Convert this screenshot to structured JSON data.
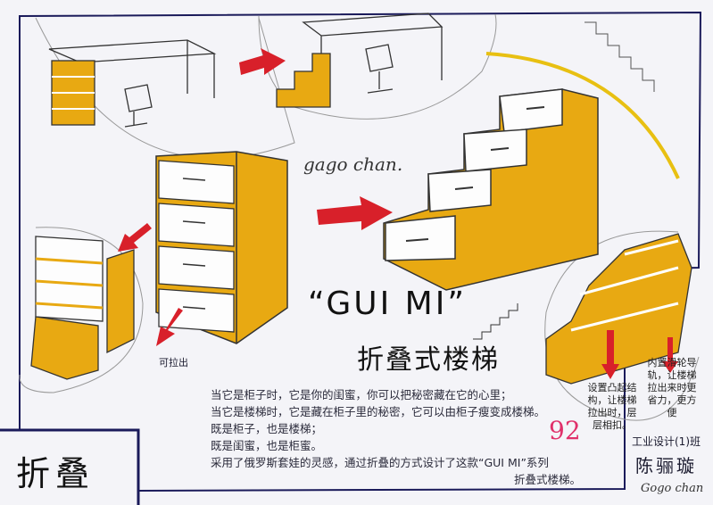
{
  "poster": {
    "signature_top": "gago chan.",
    "title_en": "“GUI MI”",
    "title_cn": "折叠式楼梯",
    "pull_out_label": "可拉出",
    "description_lines": [
      "当它是柜子时，它是你的闺蜜，你可以把秘密藏在它的心里；",
      "当它是楼梯时，它是藏在柜子里的秘密，它可以由柜子瘦变成楼梯。",
      "既是柜子，也是楼梯；",
      "既是闺蜜，也是柜蜜。",
      "采用了俄罗斯套娃的灵感，通过折叠的方式设计了这款“GUI MI”系列",
      "折叠式楼梯。"
    ],
    "grade": "92",
    "note_left": "设置凸起结构，让楼梯拉出时，层层相扣。",
    "note_right": "内置滑轮导轨，让楼梯拉出来时更省力，更方便",
    "corner_label": "折叠",
    "class_name": "工业设计(1)班",
    "author_name": "陈骊璇",
    "author_signature": "Gogo chan"
  },
  "colors": {
    "yellow": "#e8a912",
    "red": "#d8202a",
    "ink": "#1a1a5a"
  }
}
